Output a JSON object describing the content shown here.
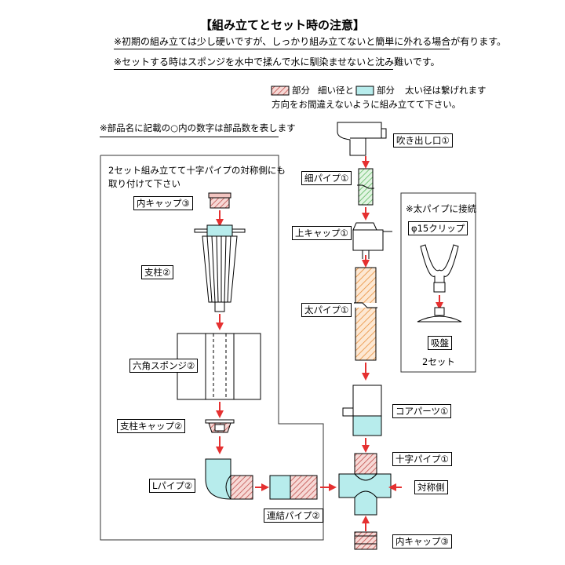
{
  "header": {
    "title": "【組み立てとセット時の注意】",
    "note1": "※初期の組み立ては少し硬いですが、しっかり組み立てないと簡単に外れる場合が有ります。",
    "note2": "※セットする時はスポンジを水中で揉んで水に馴染ませないと沈み難いです。"
  },
  "legend": {
    "part_a": "部分",
    "thin": "細い径と",
    "part_b": "部分",
    "thick": "太い径は繋げれます",
    "line2": "方向をお間違えないように組み立てて下さい。"
  },
  "part_note": "※部品名に記載の○内の数字は部品数を表します",
  "left_group": {
    "note_line1": "2セット組み立てて十字パイプの対称側にも",
    "note_line2": "取り付けて下さい",
    "labels": {
      "inner_cap": "内キャップ③",
      "pillar": "支柱②",
      "sponge": "六角スポンジ②",
      "pillar_cap": "支柱キャップ②",
      "l_pipe": "Lパイプ②",
      "joint_pipe": "連結パイプ②"
    }
  },
  "right_group": {
    "labels": {
      "outlet": "吹き出し口①",
      "thin_pipe": "細パイプ①",
      "upper_cap": "上キャップ①",
      "thick_pipe": "太パイプ①",
      "core_parts": "コアパーツ①",
      "cross_pipe": "十字パイプ①",
      "symmetric_side": "対称側",
      "inner_cap": "内キャップ③"
    }
  },
  "clip_box": {
    "title": "※太パイプに接続",
    "clip_label": "φ15クリップ",
    "sucker_label": "吸盤",
    "sets": "2セット"
  },
  "colors": {
    "red_hatch": "#c0504d",
    "red_fill": "#f2c4c0",
    "cyan": "#b7ecec",
    "green_hatch": "#4caf50",
    "orange_hatch": "#e8903c",
    "arrow": "#e53030"
  }
}
